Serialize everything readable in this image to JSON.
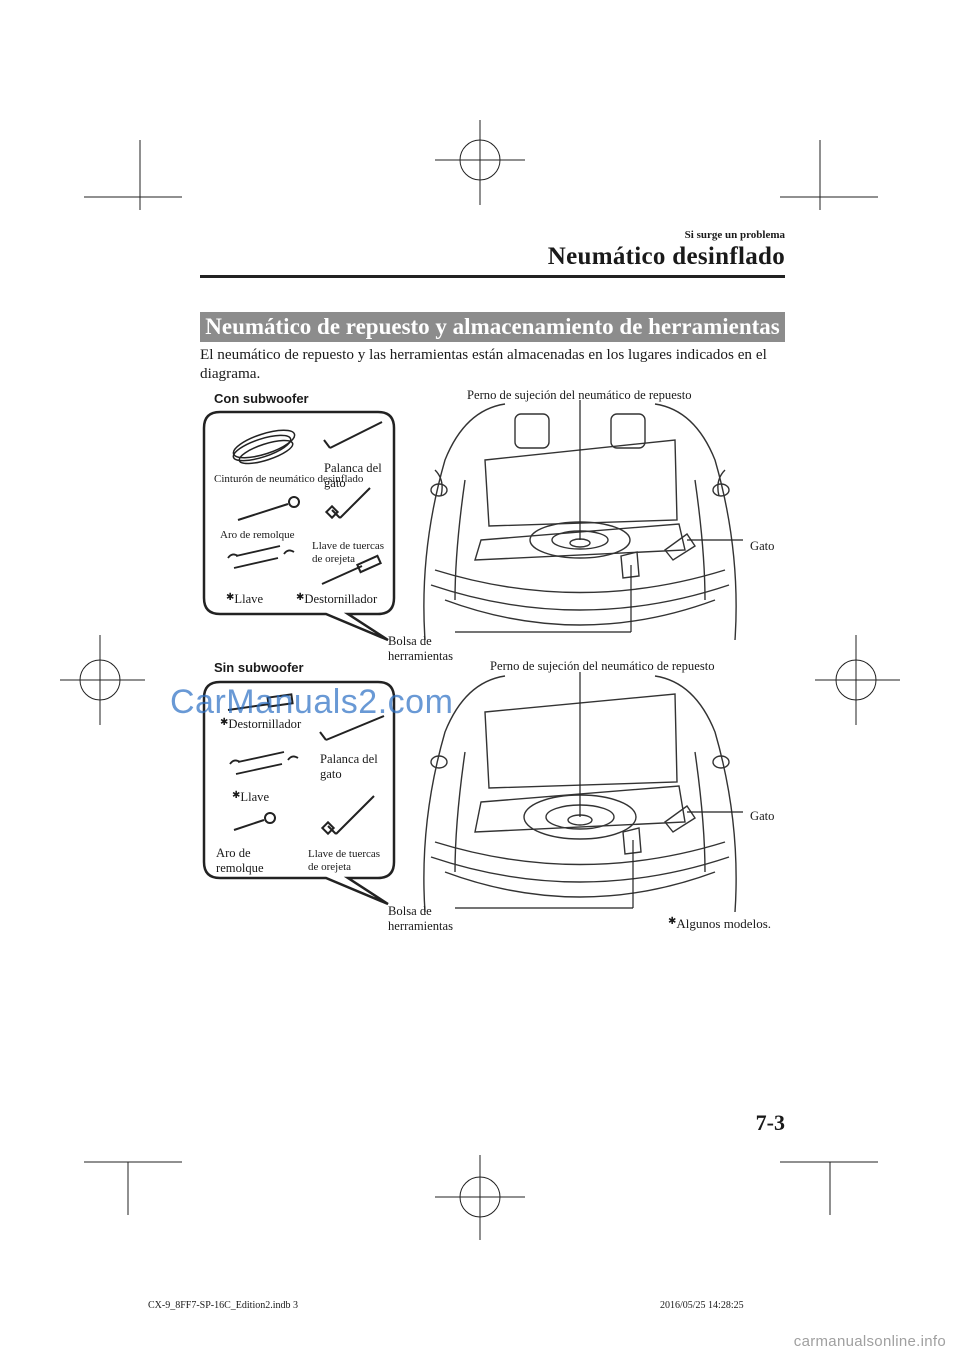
{
  "header": {
    "section": "Si surge un problema",
    "title": "Neumático desinflado"
  },
  "section_bar": "Neumático de repuesto y almacenamiento de herramientas",
  "intro": "El neumático de repuesto y las herramientas están almacenadas en los lugares indicados en el diagrama.",
  "diagram1": {
    "heading": "Con subwoofer",
    "tools": {
      "belt": "Cinturón de neumático desinflado",
      "jack_lever": "Palanca del gato",
      "tow_ring": "Aro de remolque",
      "lug_wrench": "Llave de tuercas de orejeta",
      "wrench": "Llave",
      "screwdriver": "Destornillador"
    },
    "callouts": {
      "spare_bolt": "Perno de sujeción del neumático de repuesto",
      "jack": "Gato",
      "tool_bag": "Bolsa de herramientas"
    }
  },
  "diagram2": {
    "heading": "Sin subwoofer",
    "tools": {
      "screwdriver": "Destornillador",
      "jack_lever": "Palanca del gato",
      "wrench": "Llave",
      "tow_ring": "Aro de remolque",
      "lug_wrench": "Llave de tuercas de orejeta"
    },
    "callouts": {
      "spare_bolt": "Perno de sujeción del neumático de repuesto",
      "jack": "Gato",
      "tool_bag": "Bolsa de herramientas"
    }
  },
  "footnote": "Algunos modelos.",
  "star_symbol": "✱",
  "watermark": "CarManuals2.com",
  "page_number": "7-3",
  "footer": {
    "file": "CX-9_8FF7-SP-16C_Edition2.indb   3",
    "timestamp": "2016/05/25   14:28:25",
    "site": "carmanualsonline.info"
  }
}
